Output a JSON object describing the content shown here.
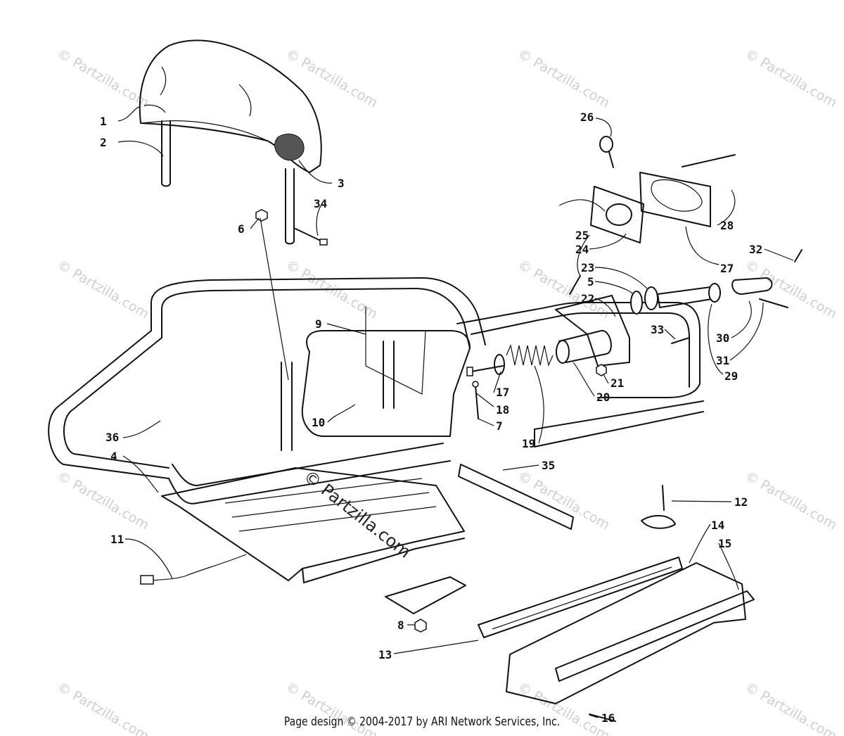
{
  "footer": "Page design © 2004-2017 by ARI Network Services, Inc.",
  "watermark_text": "© Partzilla.com",
  "center_watermark_text": "© Partzilla.com",
  "callouts": [
    "1",
    "2",
    "3",
    "34",
    "6",
    "26",
    "28",
    "25",
    "24",
    "32",
    "27",
    "23",
    "5",
    "22",
    "9",
    "33",
    "30",
    "31",
    "29",
    "21",
    "17",
    "20",
    "18",
    "10",
    "7",
    "19",
    "36",
    "4",
    "35",
    "11",
    "12",
    "14",
    "15",
    "8",
    "13",
    "16"
  ]
}
